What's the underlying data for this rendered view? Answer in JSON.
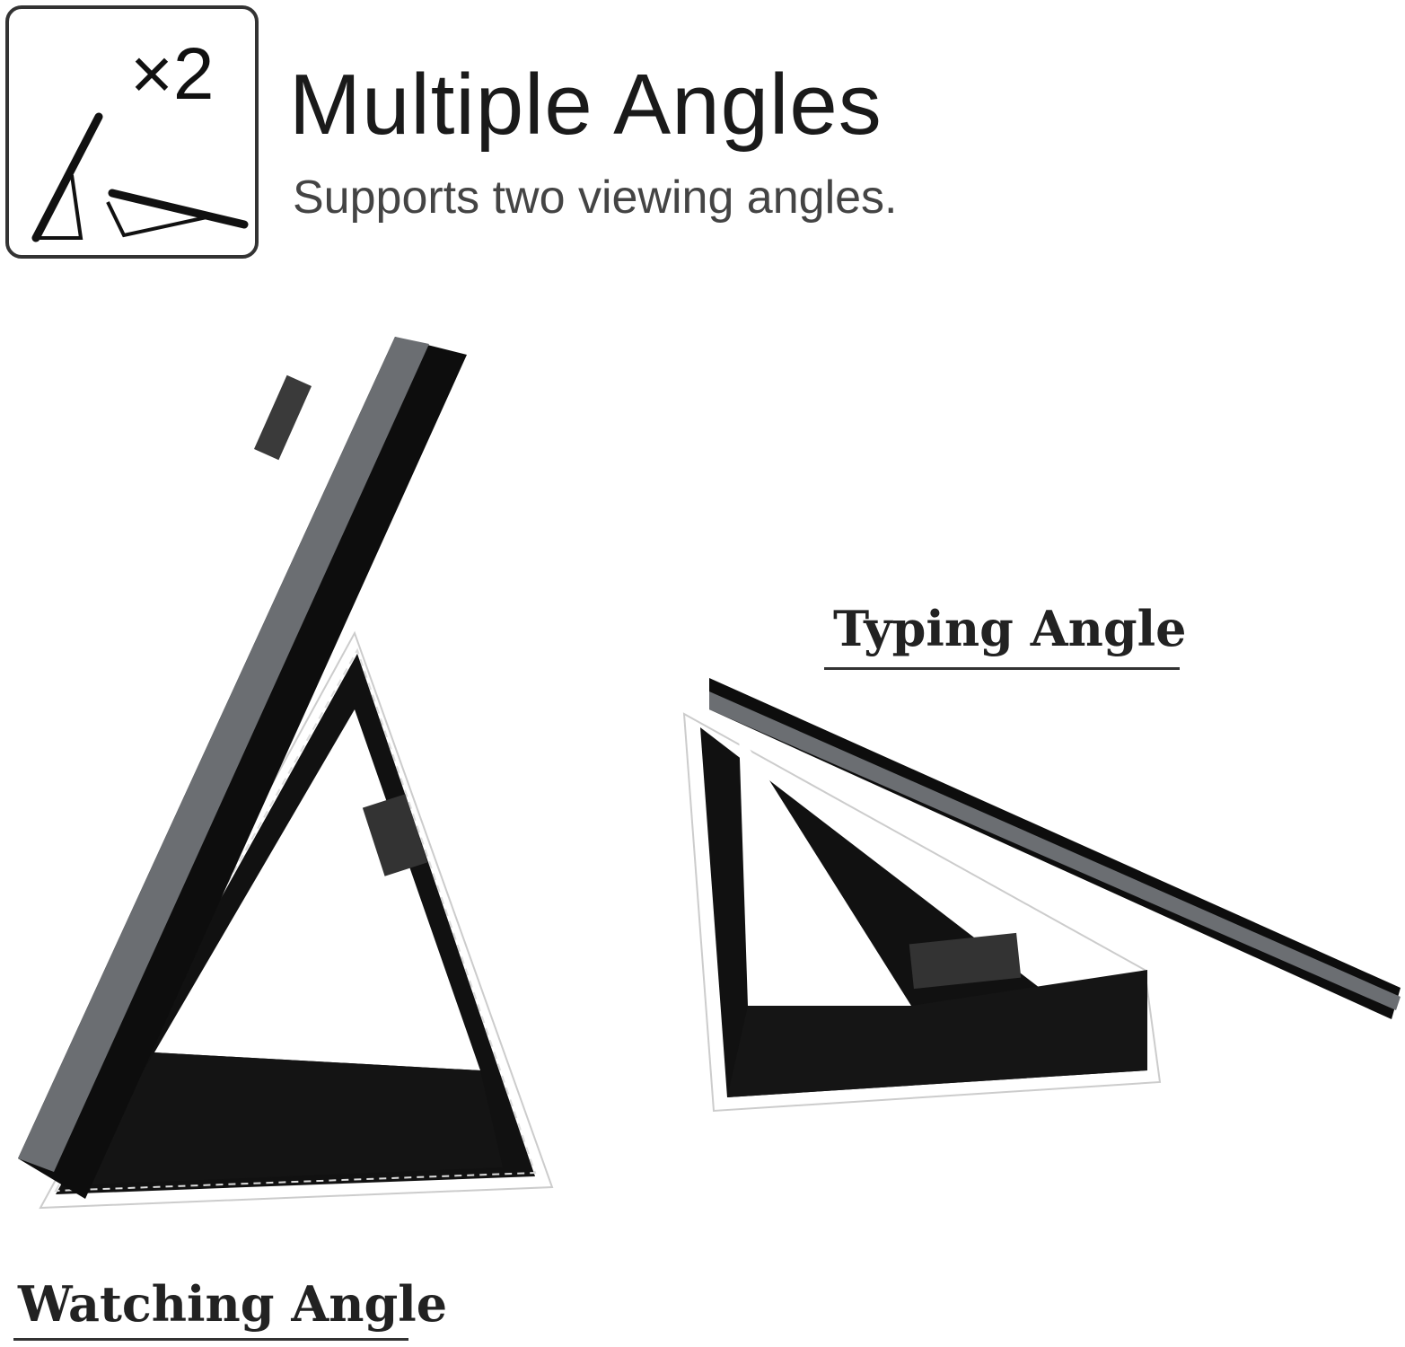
{
  "header": {
    "icon_multiplier": "×2",
    "title": "Multiple Angles",
    "subtitle": "Supports two viewing angles."
  },
  "labels": {
    "typing": "Typing Angle",
    "watching": "Watching Angle"
  },
  "colors": {
    "case": "#111111",
    "stitch": "#ffffff",
    "tablet": "#6b6e72"
  }
}
